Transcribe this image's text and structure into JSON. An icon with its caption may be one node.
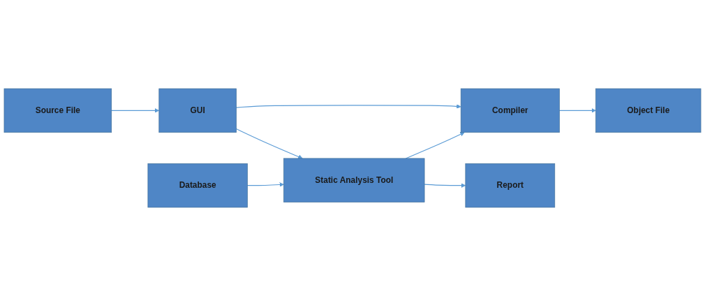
{
  "diagram": {
    "nodes": [
      {
        "text": [
          "Source File"
        ]
      },
      {
        "text": [
          "GUI"
        ]
      },
      {
        "text": [
          "Compiler"
        ]
      },
      {
        "text": [
          "Object File"
        ]
      },
      {
        "text": [
          "Database"
        ]
      },
      {
        "text": [
          "Static Analysis Tool"
        ]
      },
      {
        "text": [
          "Report"
        ]
      }
    ],
    "edges": [
      {
        "from": 0,
        "to": 1,
        "arrow": "to"
      },
      {
        "from": 1,
        "to": 2,
        "arrow": "to"
      },
      {
        "from": 2,
        "to": 3,
        "arrow": "to"
      },
      {
        "from": 1,
        "to": 5,
        "arrow": "to"
      },
      {
        "from": 5,
        "to": 2,
        "arrow": "to"
      },
      {
        "from": 4,
        "to": 5,
        "arrow": "to"
      },
      {
        "from": 5,
        "to": 6,
        "arrow": "to"
      }
    ]
  }
}
